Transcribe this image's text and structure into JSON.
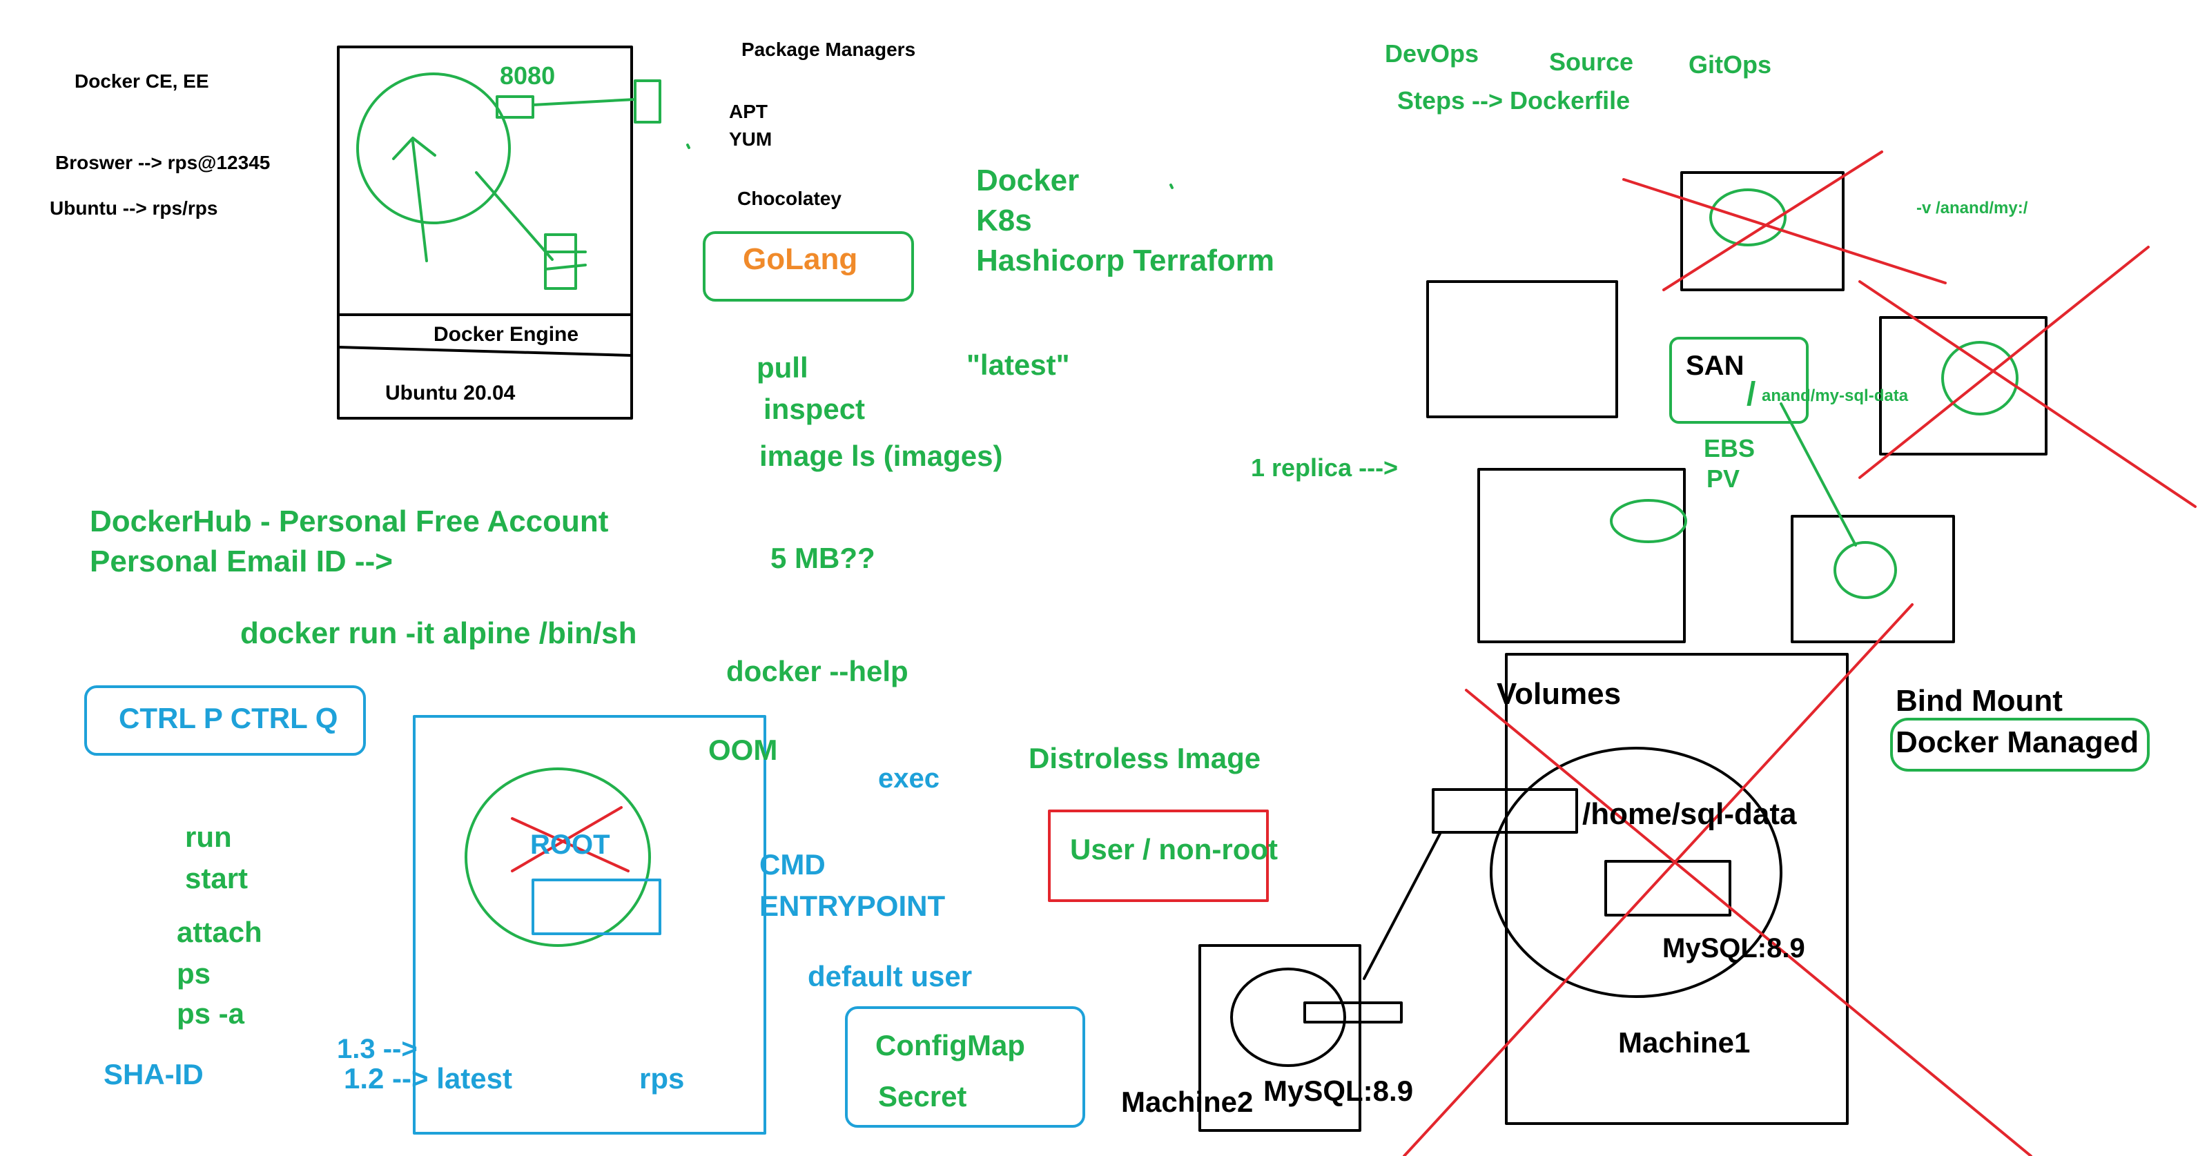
{
  "colors": {
    "black": "#000000",
    "green": "#22b14c",
    "blue": "#1ea1d9",
    "red": "#e3262d",
    "orange": "#f08a2a"
  },
  "login": {
    "edition": "Docker CE, EE",
    "browser": "Broswer --> rps@12345",
    "ubuntu": "Ubuntu --> rps/rps"
  },
  "host_box": {
    "port": "8080",
    "engine": "Docker Engine",
    "os": "Ubuntu 20.04"
  },
  "package_managers": {
    "title": "Package Managers",
    "apt": "APT",
    "yum": "YUM",
    "chocolatey": "Chocolatey",
    "golang": "GoLang"
  },
  "tools": {
    "docker": "Docker",
    "k8s": "K8s",
    "terraform": "Hashicorp Terraform"
  },
  "commands": {
    "pull": "pull",
    "inspect": "inspect",
    "image_ls": "image ls (images)",
    "latest_tag": "\"latest\"",
    "size": "5 MB??",
    "help": "docker --help",
    "oom": "OOM",
    "exec": "exec",
    "distroless": "Distroless Image",
    "user_nonroot": "User / non-root",
    "cmd": "CMD",
    "entrypoint": "ENTRYPOINT",
    "default_user": "default user"
  },
  "dockerhub": {
    "line1": "DockerHub - Personal Free Account",
    "line2": "Personal Email ID -->",
    "run_cmd": "docker run -it alpine /bin/sh",
    "detach_keys": "CTRL P CTRL Q"
  },
  "lifecycle": [
    "run",
    "start",
    "attach",
    "ps",
    "ps -a"
  ],
  "image_box": {
    "sha": "SHA-ID",
    "v13": "1.3 -->",
    "v12": "1.2 --> latest",
    "rps": "rps",
    "root": "ROOT"
  },
  "config": {
    "configmap": "ConfigMap",
    "secret": "Secret"
  },
  "gitops": {
    "devops": "DevOps",
    "source": "Source",
    "gitops": "GitOps",
    "steps": "Steps --> Dockerfile"
  },
  "storage": {
    "volume_flag": "-v /anand/my:/",
    "san": "SAN",
    "slash": "/",
    "san_path": "anand/my-sql-data",
    "ebs": "EBS",
    "pv": "PV",
    "replica": "1 replica --->"
  },
  "volumes": {
    "title": "Volumes",
    "path": "/home/sql-data",
    "mysql1": "MySQL:8.9",
    "machine1": "Machine1",
    "machine2": "Machine2",
    "mysql2": "MySQL:8.9",
    "bind_mount": "Bind Mount",
    "docker_managed": "Docker Managed"
  }
}
